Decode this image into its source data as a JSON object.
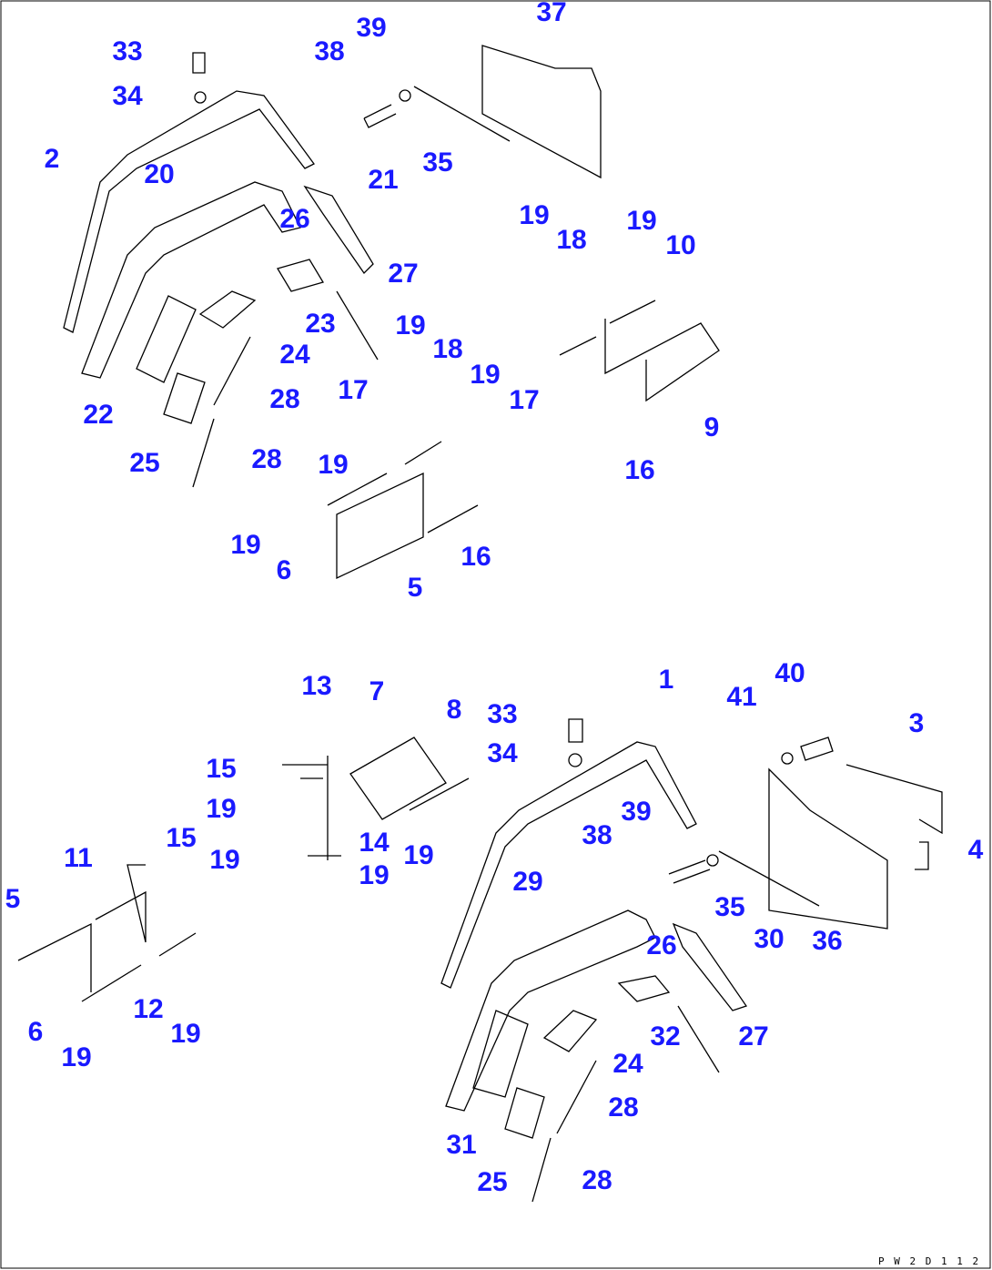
{
  "diagram": {
    "drawing_code": "P W 2 D 1 1 2",
    "label_color": "#1a1aff",
    "callouts": [
      "33",
      "34",
      "2",
      "20",
      "38",
      "39",
      "37",
      "35",
      "21",
      "26",
      "27",
      "23",
      "24",
      "19",
      "18",
      "19",
      "10",
      "19",
      "18",
      "19",
      "17",
      "17",
      "9",
      "22",
      "28",
      "25",
      "28",
      "19",
      "16",
      "19",
      "6",
      "5",
      "16",
      "13",
      "7",
      "8",
      "33",
      "34",
      "1",
      "41",
      "40",
      "3",
      "15",
      "19",
      "14",
      "19",
      "19",
      "39",
      "38",
      "4",
      "11",
      "15",
      "19",
      "5",
      "29",
      "26",
      "30",
      "35",
      "36",
      "12",
      "6",
      "19",
      "19",
      "32",
      "27",
      "24",
      "28",
      "31",
      "25",
      "28"
    ]
  }
}
